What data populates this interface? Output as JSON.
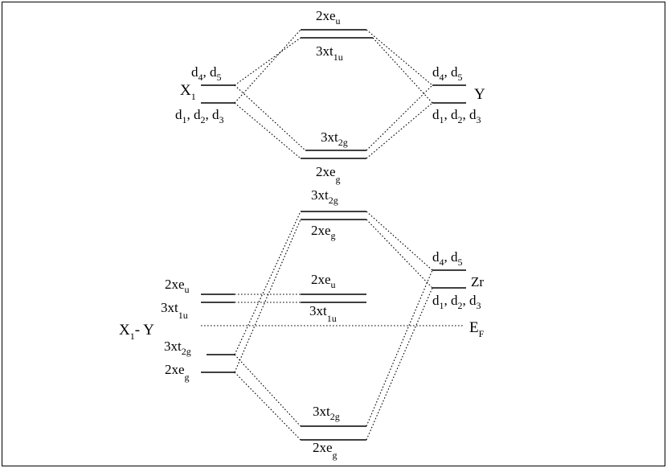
{
  "top": {
    "left": {
      "name": "X",
      "name_sub": "1",
      "upper": [
        [
          "d",
          "4"
        ],
        [
          "d",
          "5"
        ]
      ],
      "lower": [
        [
          "d",
          "1"
        ],
        [
          "d",
          "2"
        ],
        [
          "d",
          "3"
        ]
      ]
    },
    "right": {
      "name": "Y",
      "upper": [
        [
          "d",
          "4"
        ],
        [
          "d",
          "5"
        ]
      ],
      "lower": [
        [
          "d",
          "1"
        ],
        [
          "d",
          "2"
        ],
        [
          "d",
          "3"
        ]
      ]
    },
    "center": {
      "eu": {
        "pre": "2xe",
        "sub": "u"
      },
      "t1u": {
        "pre": "3xt",
        "sub": "1u"
      },
      "t2g": {
        "pre": "3xt",
        "sub": "2g"
      },
      "eg": {
        "pre": "2xe",
        "sub": "g"
      }
    }
  },
  "bottom": {
    "left": {
      "name_pre": "X",
      "name_sub": "1",
      "name_post": "- Y",
      "eu": {
        "pre": "2xe",
        "sub": "u"
      },
      "t1u": {
        "pre": "3xt",
        "sub": "1u"
      },
      "t2g": {
        "pre": "3xt",
        "sub": "2g"
      },
      "eg": {
        "pre": "2xe",
        "sub": "g"
      }
    },
    "center": {
      "t2g": {
        "pre": "3xt",
        "sub": "2g"
      },
      "eg_upper": {
        "pre": "2xe",
        "sub": "g"
      },
      "eu": {
        "pre": "2xe",
        "sub": "u"
      },
      "t1u": {
        "pre": "3xt",
        "sub": "1u"
      },
      "t2g_low": {
        "pre": "3xt",
        "sub": "2g"
      },
      "eg_low": {
        "pre": "2xe",
        "sub": "g"
      }
    },
    "right": {
      "name": "Zr",
      "upper": [
        [
          "d",
          "4"
        ],
        [
          "d",
          "5"
        ]
      ],
      "lower": [
        [
          "d",
          "1"
        ],
        [
          "d",
          "2"
        ],
        [
          "d",
          "3"
        ]
      ]
    },
    "fermi": {
      "pre": "E",
      "sub": "F"
    }
  }
}
